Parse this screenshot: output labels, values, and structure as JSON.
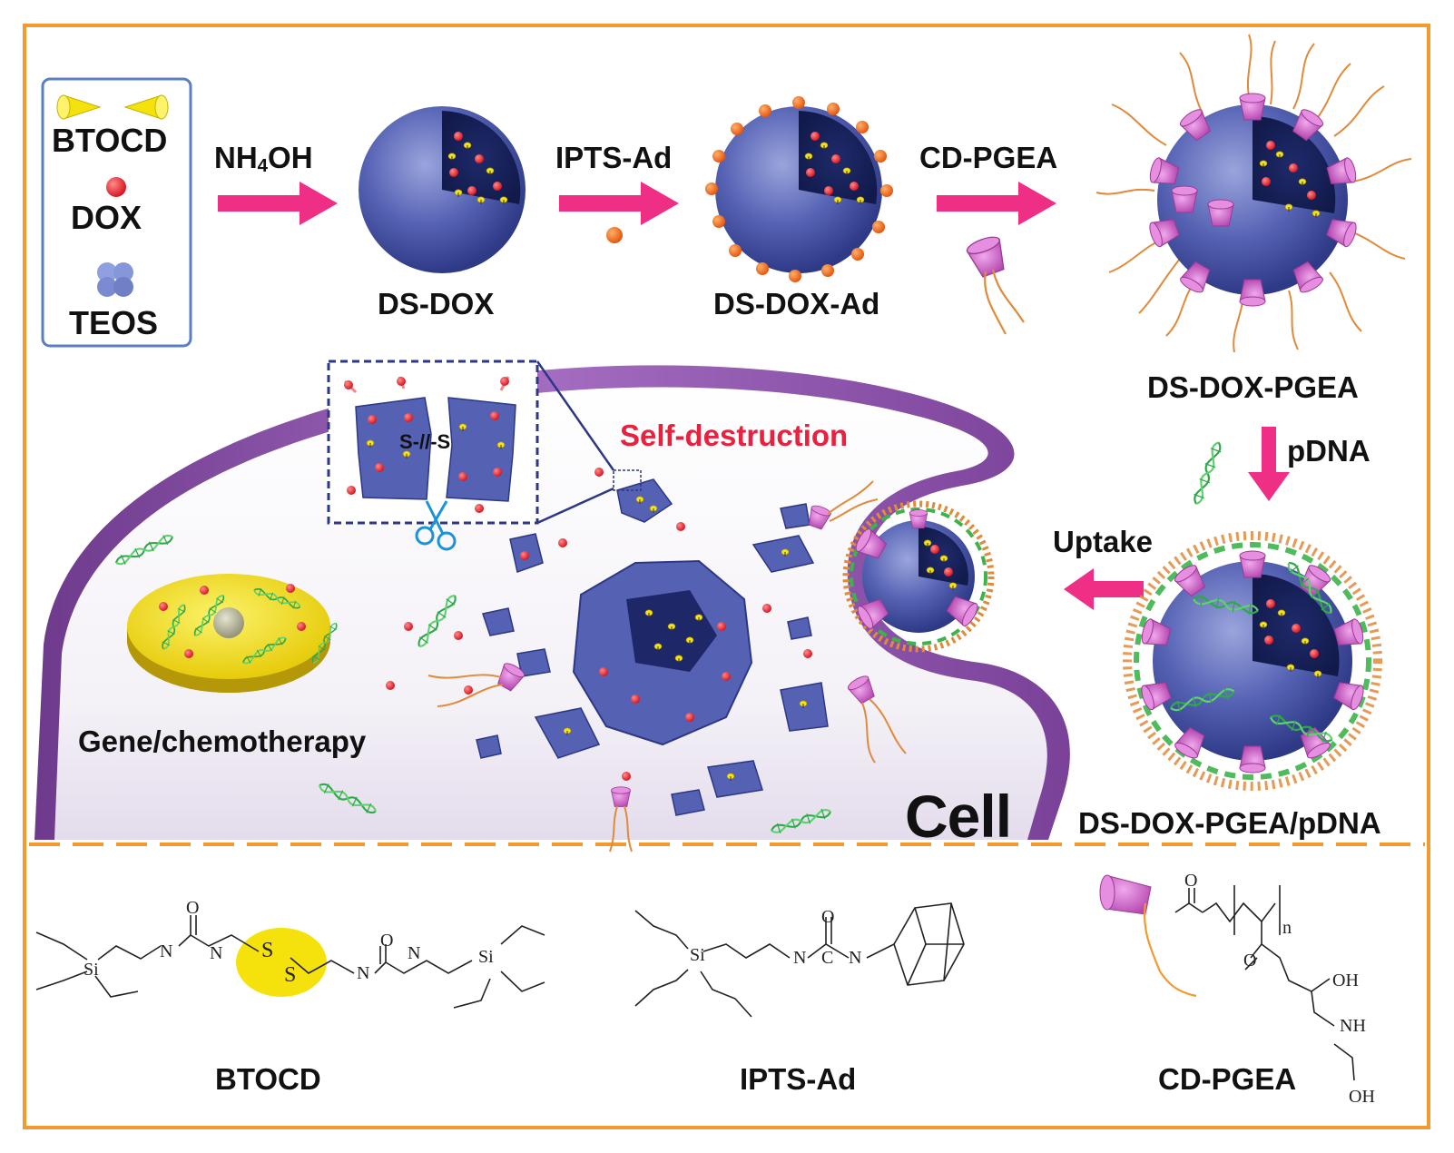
{
  "legend": {
    "btocd": "BTOCD",
    "dox": "DOX",
    "teos": "TEOS"
  },
  "steps": {
    "nh4oh_main": "NH",
    "nh4oh_sub": "4",
    "nh4oh_tail": "OH",
    "ipts_ad": "IPTS-Ad",
    "cd_pgea": "CD-PGEA",
    "pdna": "pDNA",
    "uptake": "Uptake"
  },
  "particles": {
    "ds_dox": "DS-DOX",
    "ds_dox_ad": "DS-DOX-Ad",
    "ds_dox_pgea": "DS-DOX-PGEA",
    "ds_dox_pgea_pdna": "DS-DOX-PGEA/pDNA"
  },
  "cell": {
    "label": "Cell",
    "self_destruction": "Self-destruction",
    "inset_bond": "S-//-S",
    "therapy": "Gene/chemotherapy"
  },
  "structures": {
    "btocd": "BTOCD",
    "ipts_ad": "IPTS-Ad",
    "cd_pgea": "CD-PGEA",
    "atom_si": "Si",
    "atom_s": "S",
    "atom_n": "N",
    "atom_h": "H",
    "atom_o": "O",
    "atom_c": "C",
    "atom_oh": "OH",
    "atom_nh": "NH",
    "atom_n_sub": "n"
  },
  "colors": {
    "frame": "#f29a2e",
    "arrow": "#ee2f85",
    "silica": "#4f5cb0",
    "dox": "#e8212e",
    "btocd": "#f5e20c",
    "cyclodextrin": "#d063c9",
    "pgea": "#e08a3a",
    "pdna": "#3cb44b",
    "membrane": "#8a4aa6",
    "self_destruction_text": "#e8213f"
  }
}
